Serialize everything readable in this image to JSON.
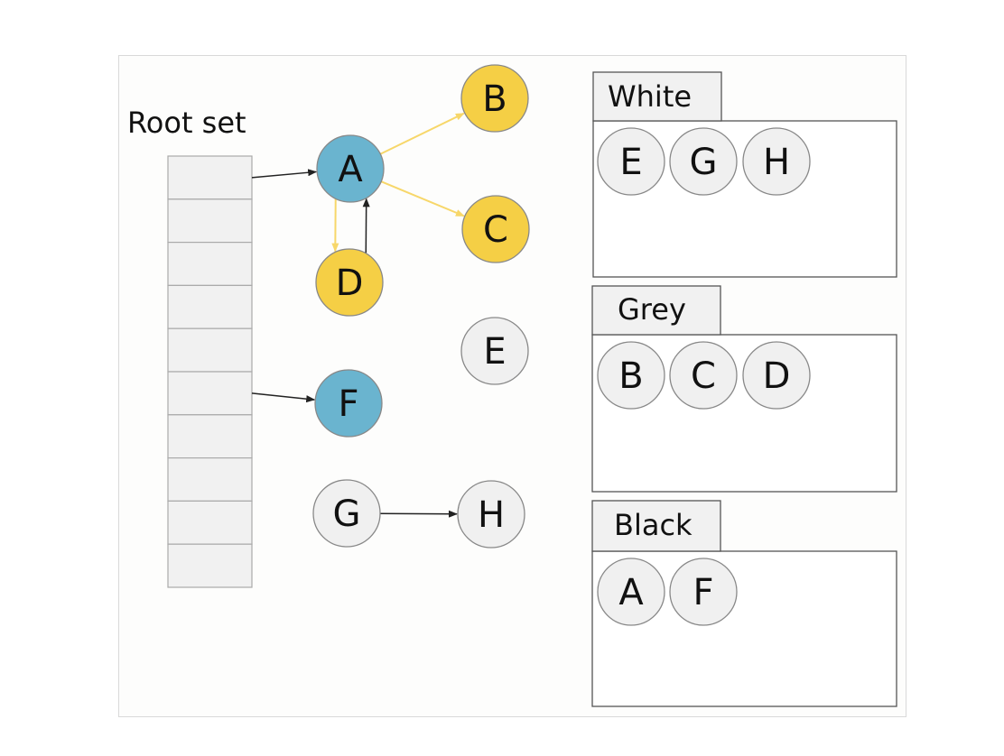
{
  "root_set": {
    "label": "Root set",
    "slot_count": 10
  },
  "colors": {
    "white_fill": "#f0f0f0",
    "grey_fill": "#f5cf45",
    "black_fill": "#6ab4cf",
    "stroke": "#888888",
    "grey_edge": "#f7d76a",
    "black_edge": "#222222"
  },
  "nodes": [
    {
      "id": "A",
      "label": "A",
      "color": "black"
    },
    {
      "id": "B",
      "label": "B",
      "color": "grey"
    },
    {
      "id": "C",
      "label": "C",
      "color": "grey"
    },
    {
      "id": "D",
      "label": "D",
      "color": "grey"
    },
    {
      "id": "E",
      "label": "E",
      "color": "white"
    },
    {
      "id": "F",
      "label": "F",
      "color": "black"
    },
    {
      "id": "G",
      "label": "G",
      "color": "white"
    },
    {
      "id": "H",
      "label": "H",
      "color": "white"
    }
  ],
  "edges": [
    {
      "from": "root-0",
      "to": "A",
      "style": "black"
    },
    {
      "from": "root-5",
      "to": "F",
      "style": "black"
    },
    {
      "from": "A",
      "to": "B",
      "style": "grey"
    },
    {
      "from": "A",
      "to": "C",
      "style": "grey"
    },
    {
      "from": "A",
      "to": "D",
      "style": "grey"
    },
    {
      "from": "D",
      "to": "A",
      "style": "black"
    },
    {
      "from": "G",
      "to": "H",
      "style": "black"
    }
  ],
  "sets": [
    {
      "id": "white",
      "label": "White",
      "members": [
        "E",
        "G",
        "H"
      ]
    },
    {
      "id": "grey",
      "label": "Grey",
      "members": [
        "B",
        "C",
        "D"
      ]
    },
    {
      "id": "black",
      "label": "Black",
      "members": [
        "A",
        "F"
      ]
    }
  ]
}
